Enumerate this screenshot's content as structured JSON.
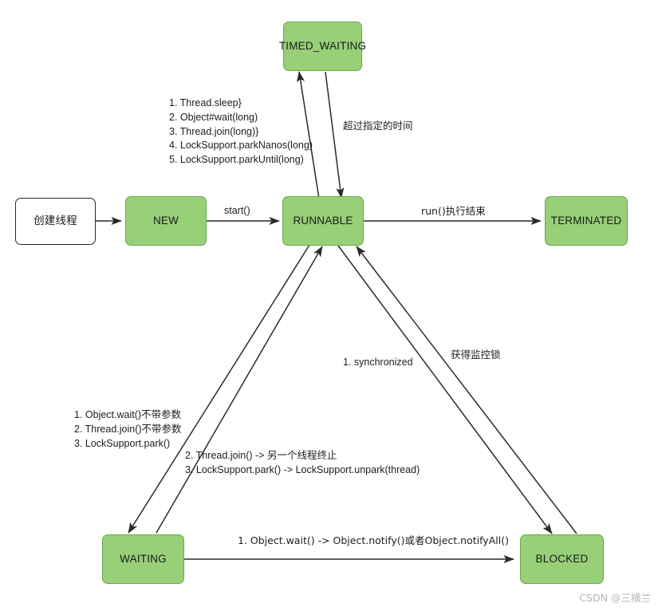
{
  "diagram": {
    "title": "Java Thread State Transition Diagram",
    "colors": {
      "node_fill": "#97d077",
      "node_border": "#6aa84f",
      "plain_fill": "#ffffff",
      "plain_border": "#2a2a2a",
      "line": "#2a2a2a",
      "text": "#1d1d1d",
      "watermark": "#b6b6b6"
    },
    "nodes": [
      {
        "id": "create",
        "label": "创建线程",
        "style": "plain"
      },
      {
        "id": "new",
        "label": "NEW",
        "style": "green"
      },
      {
        "id": "runnable",
        "label": "RUNNABLE",
        "style": "green"
      },
      {
        "id": "terminated",
        "label": "TERMINATED",
        "style": "green"
      },
      {
        "id": "timed_waiting",
        "label": "TIMED_WAITING",
        "style": "green"
      },
      {
        "id": "waiting",
        "label": "WAITING",
        "style": "green"
      },
      {
        "id": "blocked",
        "label": "BLOCKED",
        "style": "green"
      }
    ],
    "edge_labels": {
      "start": "start()",
      "run_end": "run()执行结束",
      "timeout": "超过指定的时间",
      "synchronized": "1. synchronized",
      "acquire_monitor": "获得监控锁",
      "notify": "1. Object.wait()  ->  Object.notify()或者Object.notifyAll()"
    },
    "annotations": {
      "to_timed_waiting": [
        "1. Thread.sleep}",
        "2. Object#wait(long)",
        "3. Thread.join(long)}",
        "4. LockSupport.parkNanos(long)",
        "5. LockSupport.parkUntil(long)"
      ],
      "to_waiting": [
        "1. Object.wait()不带参数",
        "2. Thread.join()不带参数",
        "3. LockSupport.park()"
      ],
      "from_waiting": [
        "2. Thread.join() -> 另一个线程终止",
        "3. LockSupport.park() -> LockSupport.unpark(thread)"
      ]
    },
    "watermark": "CSDN @三横兰"
  }
}
